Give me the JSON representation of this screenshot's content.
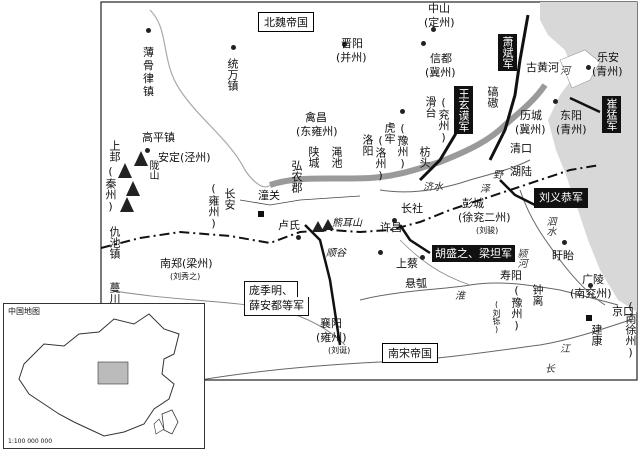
{
  "states": {
    "north": "北魏帝国",
    "south": "南宋帝国"
  },
  "places": {
    "bogulvzhen": "薄骨律镇",
    "tongwanzhen": "统万镇",
    "zhongshan": "中山",
    "dingzhou": "(定州)",
    "jinyang": "晋阳",
    "bingzhou": "(并州)",
    "xindu": "信都",
    "jizhou": "(冀州)",
    "le_an": "乐安",
    "qingzhou1": "(青州)",
    "gaopingzhen": "高平镇",
    "anding": "安定(泾州)",
    "shanggui": "上邽",
    "qinzhou": "(秦州)",
    "qinchang": "禽昌",
    "dongyongzhou": "(东雍州)",
    "luoyang": "洛阳",
    "luozhou": "(洛州)",
    "hulao": "虎牢",
    "yuzhou1": "(豫州)",
    "huatai": "滑台",
    "yanzhou1": "(兖州)",
    "qiaoao": "碻磝",
    "licheng": "历城",
    "jizhou2": "(冀州)",
    "dongyang": "东阳",
    "qingzhou2": "(青州)",
    "hongnong": "弘农郡",
    "shancheng": "陕城",
    "mianchi": "渑池",
    "fangtou": "枋头",
    "qingkou": "清口",
    "hulu": "湖陆",
    "changan": "长安",
    "yongzhou1": "(雍州)",
    "tongguan": "潼关",
    "lushi": "卢氏",
    "xiongershan": "熊耳山",
    "changshe": "长社",
    "xuchang": "许昌",
    "pengcheng": "彭城",
    "xuyanzhou": "(徐兖二州)",
    "liujun": "(刘骏)",
    "xuchizhen": "仇池镇",
    "nanzheng": "南郑(梁州)",
    "liuxiuzhi": "(刘秀之)",
    "manshui": "蔓川",
    "shangcai": "上蔡",
    "xuanhu": "悬瓠",
    "xuyi": "盱眙",
    "zhongli": "钟离",
    "guangling": "广陵",
    "nanyanzhou": "(南兖州)",
    "shouyang": "寿阳",
    "yuzhou2": "(豫州)",
    "liushuo": "(刘铄)",
    "xiangyang": "襄阳",
    "yongzhou2": "(雍州)",
    "liudan": "(刘诞)",
    "jingkou": "京口",
    "nanxuzhou": "(南徐州)",
    "jiankang": "建康",
    "longshan": "陇山",
    "guxie": "顺谷"
  },
  "rivers": {
    "gu_river": "古黄河",
    "ji_river": "济水",
    "ze_river": "泽",
    "ye_river": "野",
    "si_river": "泗水",
    "huai_river": "淮",
    "jiang": "江",
    "chang": "长",
    "ying_river": "颍河",
    "he": "河"
  },
  "armies": {
    "xiaobin": "萧斌军",
    "wangxuanmo": "王玄谟军",
    "cuimeng": "崔猛军",
    "liuyigong": "刘义恭军",
    "husheng": "胡盛之、梁坦军",
    "pangjiming": "庞季明、",
    "xuanshi": "薛安都等军"
  },
  "inset": {
    "title": "中国地图",
    "scale": "1:100 000 000"
  }
}
